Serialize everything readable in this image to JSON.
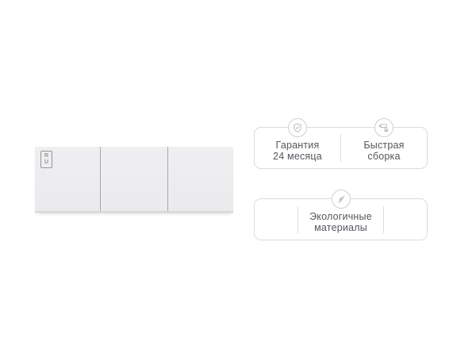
{
  "page": {
    "background_color": "#ffffff"
  },
  "product_viewer": {
    "description": "three-panel light-gray furniture board, front view",
    "panel_count": 3,
    "panel_fill_color": "#ededef",
    "panel_divider_color": "#a8a8aa",
    "logo_badge": {
      "letters": [
        "R",
        "U"
      ]
    }
  },
  "feature_cards": {
    "border_color": "#d9dcdf",
    "icon_stroke_color": "#b4b8bd",
    "text_color": "#54575c",
    "cards": [
      {
        "items": [
          {
            "icon": "shield-check-icon",
            "lines": [
              "Гарантия",
              "24 месяца"
            ]
          },
          {
            "icon": "drill-icon",
            "lines": [
              "Быстрая",
              "сборка"
            ]
          }
        ]
      },
      {
        "items": [
          {
            "icon": "leaf-icon",
            "lines": [
              "Экологичные",
              "материалы"
            ]
          }
        ]
      }
    ]
  }
}
